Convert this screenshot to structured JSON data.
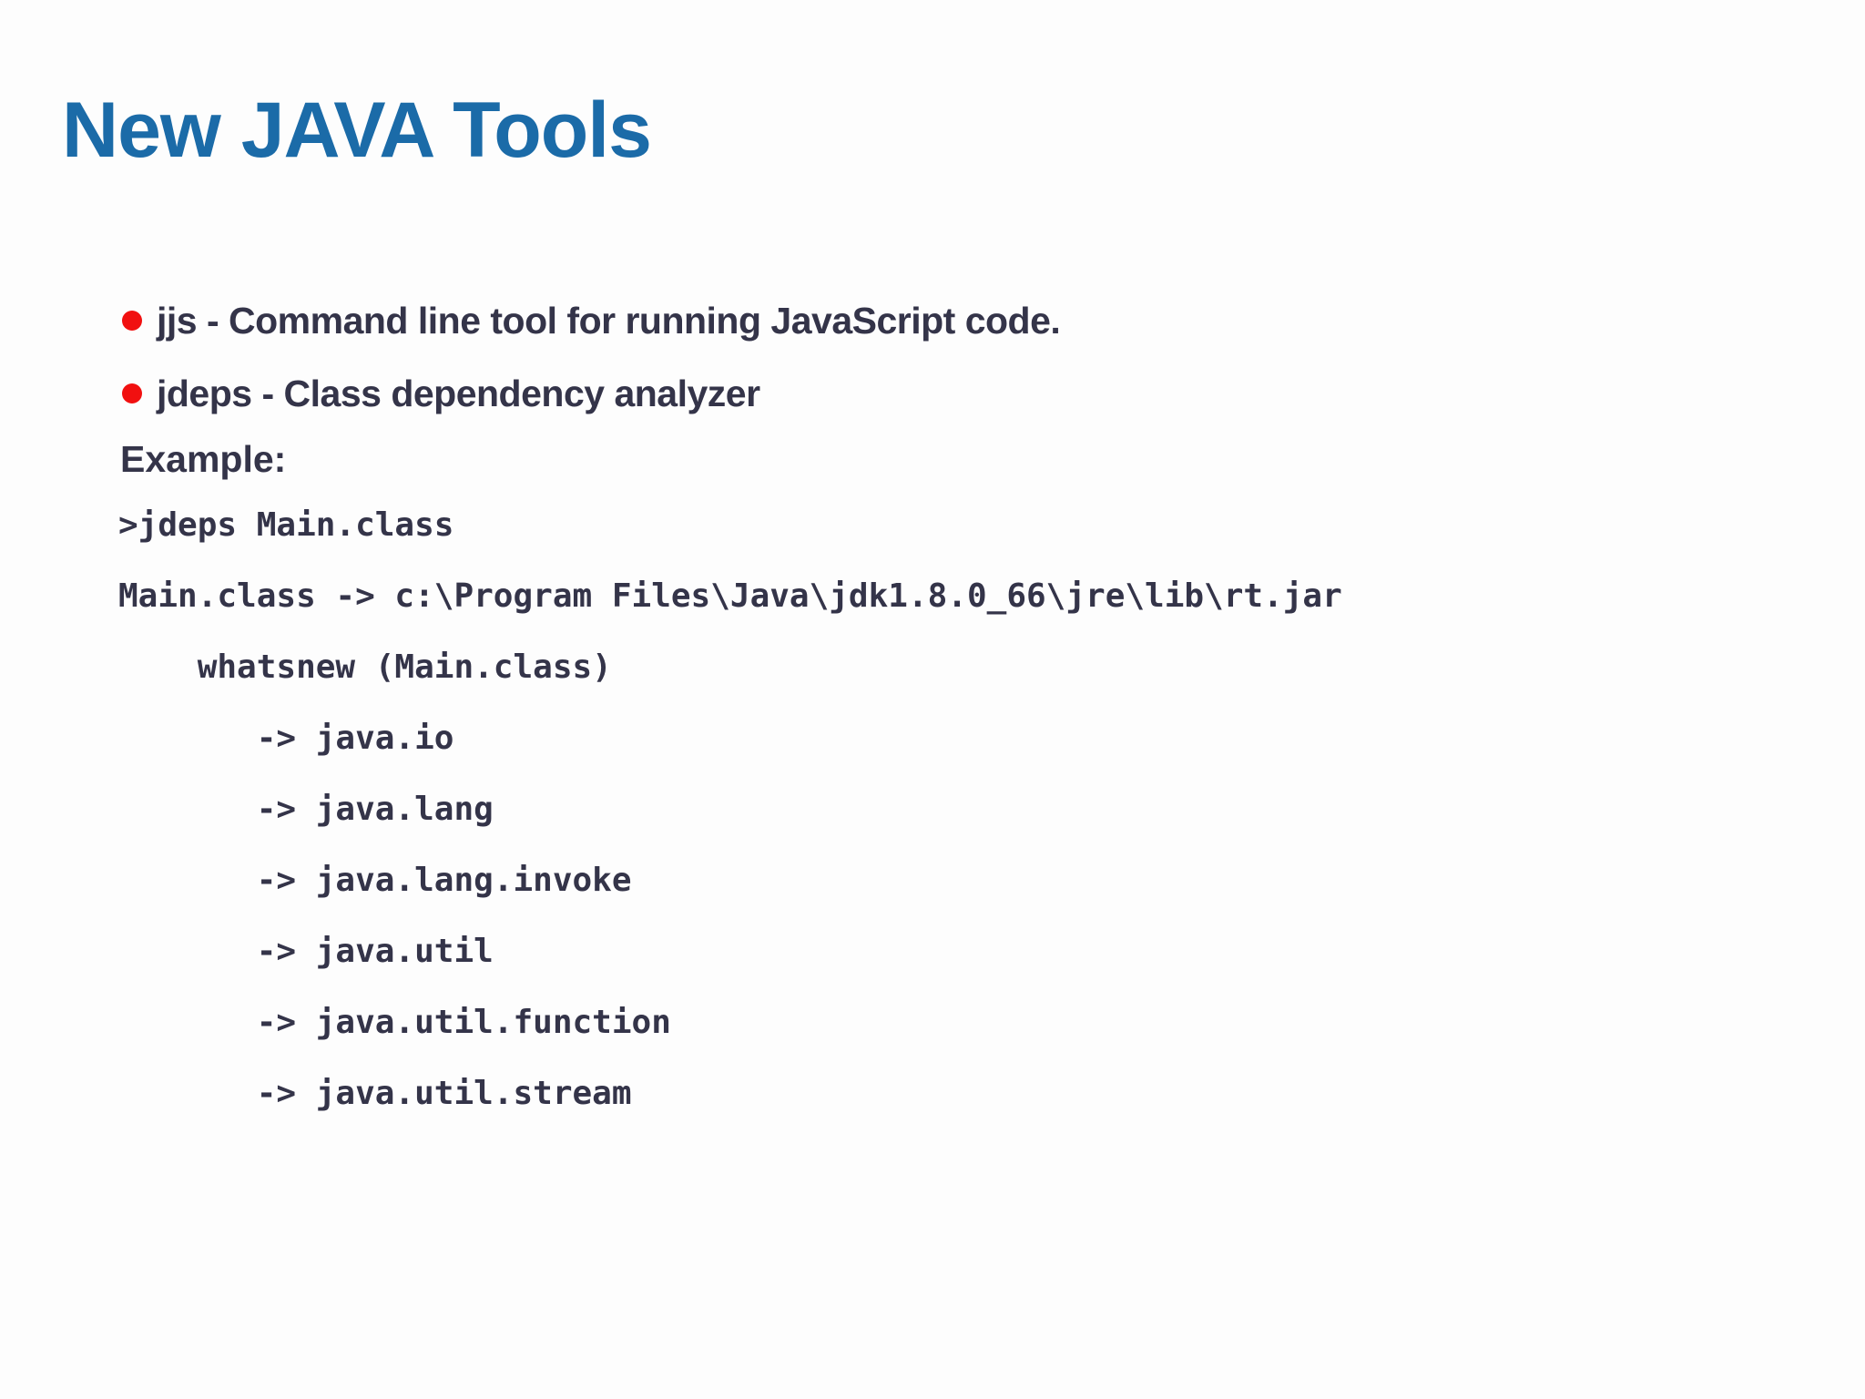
{
  "slide": {
    "title": "New JAVA Tools",
    "bullets": [
      "jjs - Command line tool for running JavaScript code.",
      "jdeps - Class dependency analyzer"
    ],
    "example_label": "Example:",
    "code_lines": [
      ">jdeps Main.class",
      "Main.class -> c:\\Program Files\\Java\\jdk1.8.0_66\\jre\\lib\\rt.jar",
      "    whatsnew (Main.class)",
      "       -> java.io",
      "       -> java.lang",
      "       -> java.lang.invoke",
      "       -> java.util",
      "       -> java.util.function",
      "       -> java.util.stream"
    ],
    "colors": {
      "title_blue": "#1b6ba8",
      "bullet_red": "#f11010",
      "text_dark": "#343449",
      "background": "#fdfdfd"
    }
  }
}
